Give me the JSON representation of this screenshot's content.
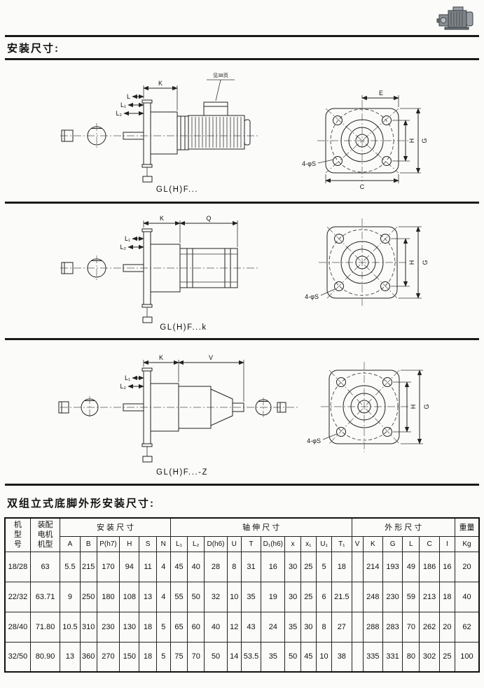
{
  "page": {
    "title_install": "安装尺寸:",
    "title_foot": "双组立式底脚外形安装尺寸:"
  },
  "drawings": [
    {
      "caption": "GL(H)F...",
      "labels": {
        "note": "见38页",
        "k": "K",
        "l": "L",
        "l1": "L₁",
        "l2": "L₂",
        "e": "E",
        "h": "H",
        "g": "G",
        "c": "C",
        "holes": "4-φS"
      }
    },
    {
      "caption": "GL(H)F...k",
      "labels": {
        "k": "K",
        "q": "Q",
        "l1": "L₁",
        "l2": "L₂",
        "h": "H",
        "g": "G",
        "holes": "4-φS"
      }
    },
    {
      "caption": "GL(H)F...-Z",
      "labels": {
        "k": "K",
        "v": "V",
        "l1": "L₁",
        "l2": "L₂",
        "h": "H",
        "g": "G",
        "holes": "4-φS"
      }
    }
  ],
  "table": {
    "col_model": "机型号",
    "col_motor": "装配电机机型",
    "group_install": "安 装 尺 寸",
    "group_shaft": "轴 伸 尺 寸",
    "group_outline": "外 形 尺 寸",
    "col_weight": "重量",
    "weight_unit": "Kg",
    "sub_headers": [
      "A",
      "B",
      "P(h7)",
      "H",
      "S",
      "N",
      "L₁",
      "L₂",
      "D(h6)",
      "U",
      "T",
      "D₁(h6)",
      "x",
      "x₁",
      "U₁",
      "T₁",
      "V",
      "K",
      "G",
      "L",
      "C",
      "I"
    ],
    "rows": [
      {
        "model": "18/28",
        "motor": "63",
        "dims": [
          "5.5",
          "215",
          "170",
          "94",
          "11",
          "4",
          "45",
          "40",
          "28",
          "8",
          "31",
          "16",
          "30",
          "25",
          "5",
          "18",
          "",
          "214",
          "193",
          "49",
          "186",
          "16"
        ],
        "weight": "20"
      },
      {
        "model": "22/32",
        "motor": "63.71",
        "dims": [
          "9",
          "250",
          "180",
          "108",
          "13",
          "4",
          "55",
          "50",
          "32",
          "10",
          "35",
          "19",
          "30",
          "25",
          "6",
          "21.5",
          "",
          "248",
          "230",
          "59",
          "213",
          "18"
        ],
        "weight": "40"
      },
      {
        "model": "28/40",
        "motor": "71.80",
        "dims": [
          "10.5",
          "310",
          "230",
          "130",
          "18",
          "5",
          "65",
          "60",
          "40",
          "12",
          "43",
          "24",
          "35",
          "30",
          "8",
          "27",
          "",
          "288",
          "283",
          "70",
          "262",
          "20"
        ],
        "weight": "62"
      },
      {
        "model": "32/50",
        "motor": "80.90",
        "dims": [
          "13",
          "360",
          "270",
          "150",
          "18",
          "5",
          "75",
          "70",
          "50",
          "14",
          "53.5",
          "35",
          "50",
          "45",
          "10",
          "38",
          "",
          "335",
          "331",
          "80",
          "302",
          "25"
        ],
        "weight": "100"
      }
    ]
  }
}
